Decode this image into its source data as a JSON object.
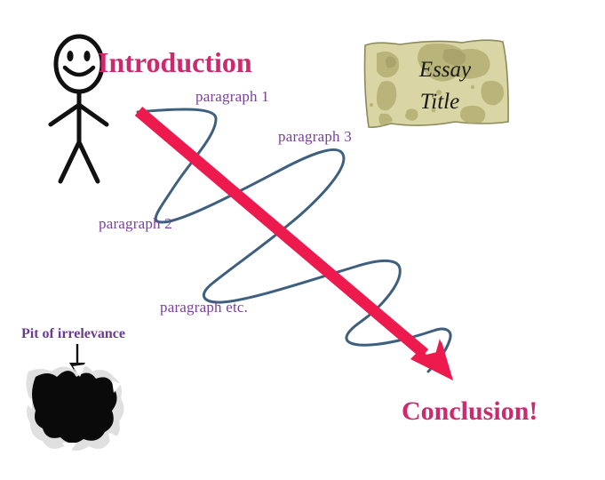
{
  "diagram": {
    "title": "Essay structure diagram",
    "background_color": "#ffffff"
  },
  "labels": {
    "introduction": "Introduction",
    "conclusion": "Conclusion!",
    "paragraph_1": "paragraph 1",
    "paragraph_2": "paragraph 2",
    "paragraph_3": "paragraph 3",
    "paragraph_etc": "paragraph etc.",
    "pit": "Pit of irrelevance"
  },
  "scroll": {
    "line1": "Essay",
    "line2": "Title",
    "paper_color": "#d9d5a4",
    "stain_color": "#a9a濃"
  },
  "colors": {
    "heading_pink": "#cc2a6d",
    "paragraph_purple": "#7b3f9e",
    "pit_purple": "#6b3b94",
    "arrow_crimson": "#ed1b4d",
    "squiggle_slate": "#3e5f7e",
    "stick_figure_black": "#111111",
    "parchment": "#d9d5a4",
    "parchment_stain": "#a9a濃"
  },
  "icons": {
    "stick_figure": "stick-figure-icon",
    "pit_hole": "torn-hole-icon",
    "pit_arrow": "down-arrow-icon",
    "main_arrow": "diagonal-arrow-icon",
    "squiggle": "zigzag-loop-icon",
    "scroll": "parchment-scroll-icon"
  }
}
